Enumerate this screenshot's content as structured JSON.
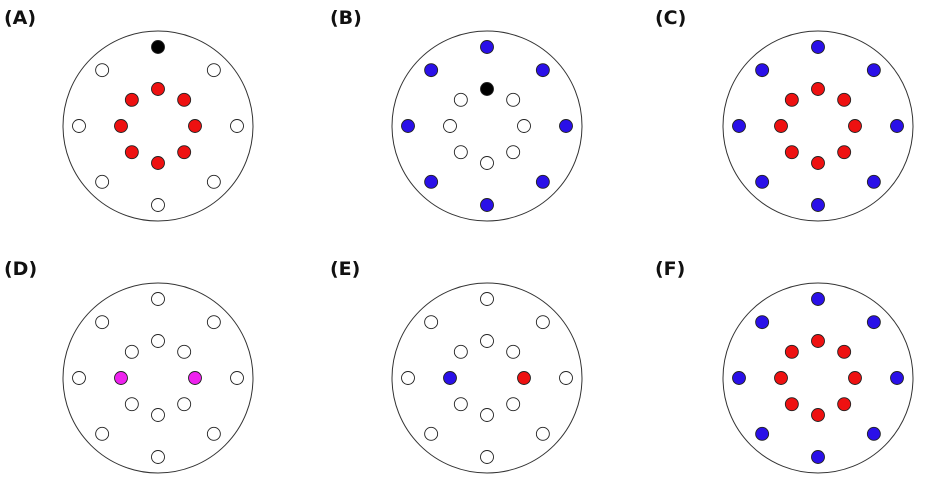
{
  "colors": {
    "empty": "#ffffff",
    "black": "#000000",
    "red": "#ee1111",
    "blue": "#2a10e8",
    "magenta": "#ee22ee"
  },
  "panels": [
    {
      "label": "(A)",
      "outer": "empty",
      "inner": "red",
      "top_outer": "black"
    },
    {
      "label": "(B)",
      "outer": "blue",
      "inner": "empty",
      "top_inner": "black"
    },
    {
      "label": "(C)",
      "outer": "blue",
      "inner": "red"
    },
    {
      "label": "(D)",
      "outer": "empty",
      "inner": "empty",
      "inner_left": "magenta",
      "inner_right": "magenta"
    },
    {
      "label": "(E)",
      "outer": "empty",
      "inner": "empty",
      "inner_left": "blue",
      "inner_right": "red"
    },
    {
      "label": "(F)",
      "outer": "blue",
      "inner": "red"
    }
  ]
}
